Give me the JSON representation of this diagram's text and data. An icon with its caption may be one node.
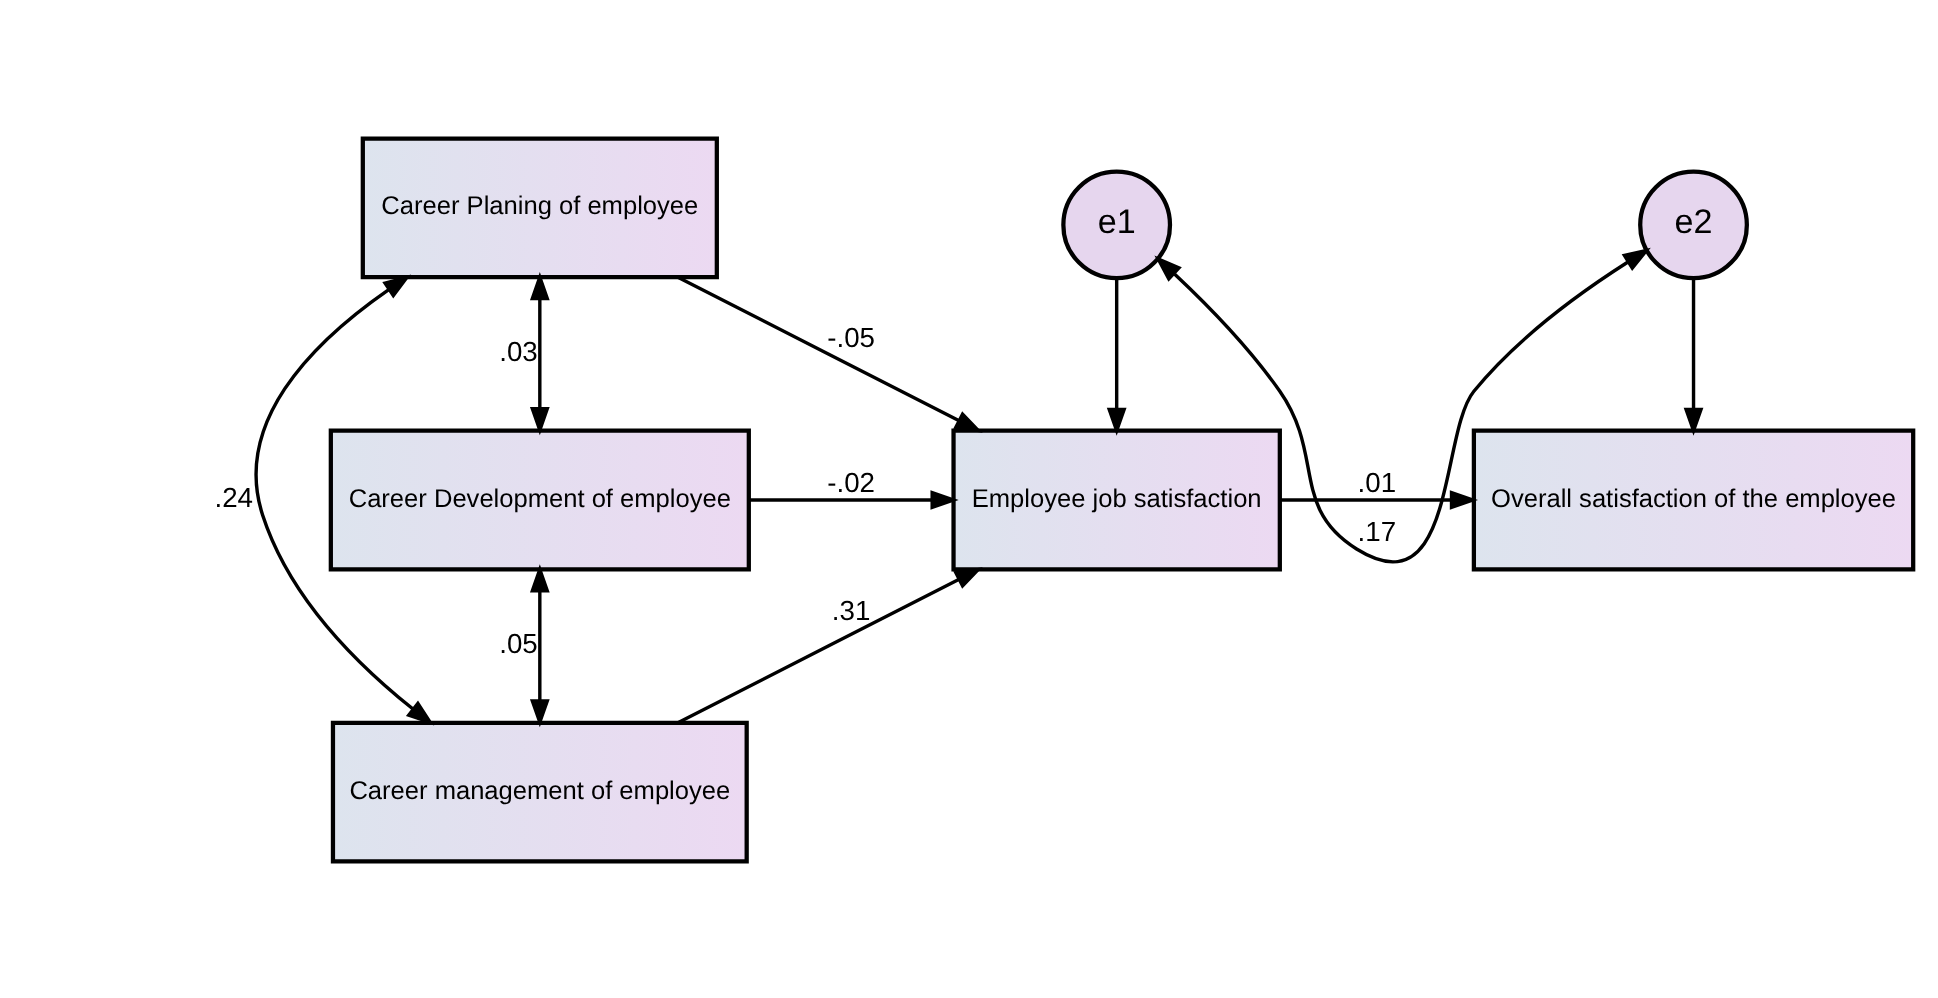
{
  "diagram": {
    "nodes": [
      {
        "text": [
          "Career Planing of employee"
        ]
      },
      {
        "text": [
          "Career Development of employee"
        ]
      },
      {
        "text": [
          "Career management of employee"
        ]
      },
      {
        "text": [
          "Employee job satisfaction"
        ]
      },
      {
        "text": [
          "Overall satisfaction of the employee"
        ]
      },
      {
        "text": [
          "e1"
        ]
      },
      {
        "text": [
          "e2"
        ]
      }
    ],
    "edges": [
      {
        "from": 0,
        "to": 3,
        "arrow": "to",
        "label": "-.05"
      },
      {
        "from": 1,
        "to": 3,
        "arrow": "to",
        "label": "-.02"
      },
      {
        "from": 2,
        "to": 3,
        "arrow": "to",
        "label": ".31"
      },
      {
        "from": 3,
        "to": 4,
        "arrow": "to",
        "label": ".01"
      },
      {
        "from": 5,
        "to": 3,
        "arrow": "to"
      },
      {
        "from": 6,
        "to": 4,
        "arrow": "to"
      },
      {
        "from": 5,
        "to": 6,
        "arrow": "both",
        "label": ".17"
      },
      {
        "from": 0,
        "to": 1,
        "arrow": "both",
        "label": ".03"
      },
      {
        "from": 1,
        "to": 2,
        "arrow": "both",
        "label": ".05"
      },
      {
        "from": 0,
        "to": 2,
        "arrow": "both",
        "label": ".24"
      }
    ]
  }
}
